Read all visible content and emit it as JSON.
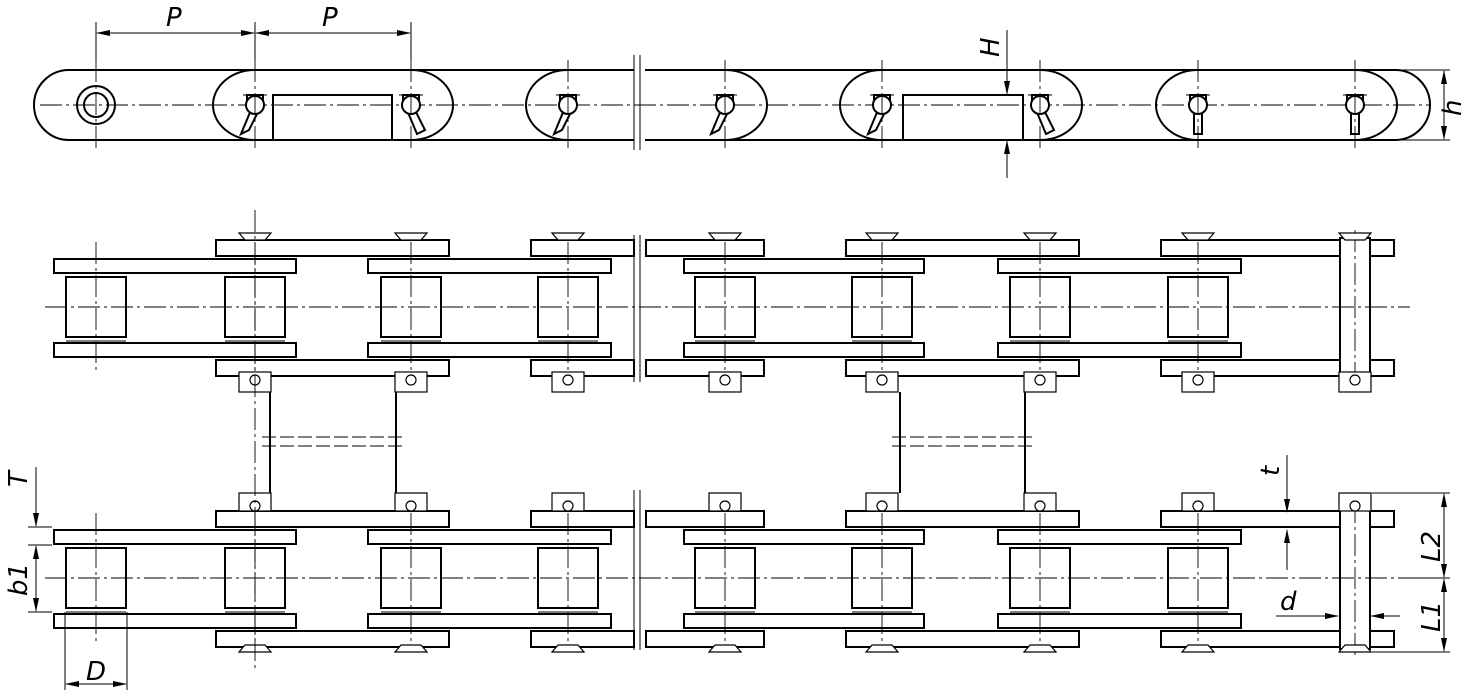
{
  "labels": {
    "pitch_1": "P",
    "pitch_2": "P",
    "height_H": "H",
    "height_h": "h",
    "thickness_T": "T",
    "width_b1": "b1",
    "diameter_D": "D",
    "thickness_t": "t",
    "length_L2": "L2",
    "length_L1": "L1",
    "diameter_d": "d"
  }
}
